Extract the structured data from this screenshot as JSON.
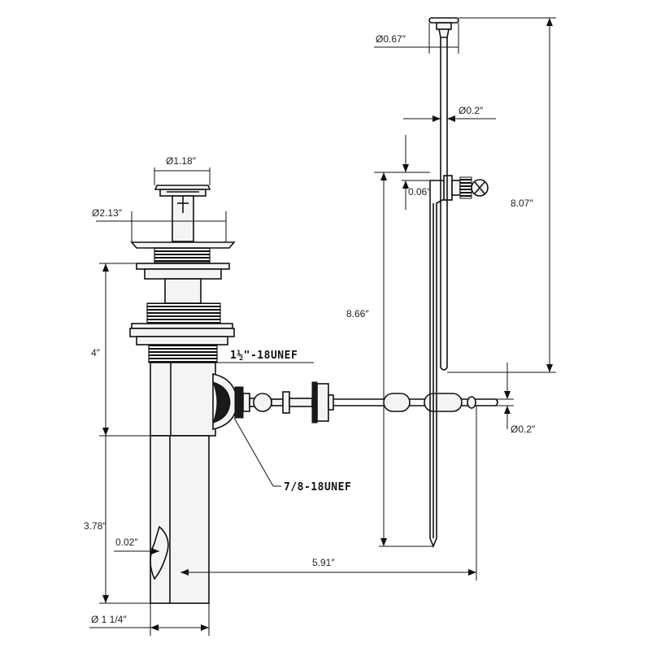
{
  "dimensions": {
    "stopper_cap_dia": "Ø1.18″",
    "flange_dia": "Ø2.13″",
    "upper_body_height": "4″",
    "thread_upper": "1½\"-18UNEF",
    "thread_pivot": "7/8-18UNEF",
    "tail_length": "3.78″",
    "slot_width": "0.02″",
    "tail_dia": "Ø 1 1/4″",
    "rod_offset": "5.91″",
    "knob_dia": "Ø0.67″",
    "lift_rod_dia": "Ø0.2″",
    "clevis_offset": "0.06″",
    "clevis_length": "8.66″",
    "lift_rod_length": "8.07″",
    "pivot_rod_dia": "Ø0.2″"
  }
}
